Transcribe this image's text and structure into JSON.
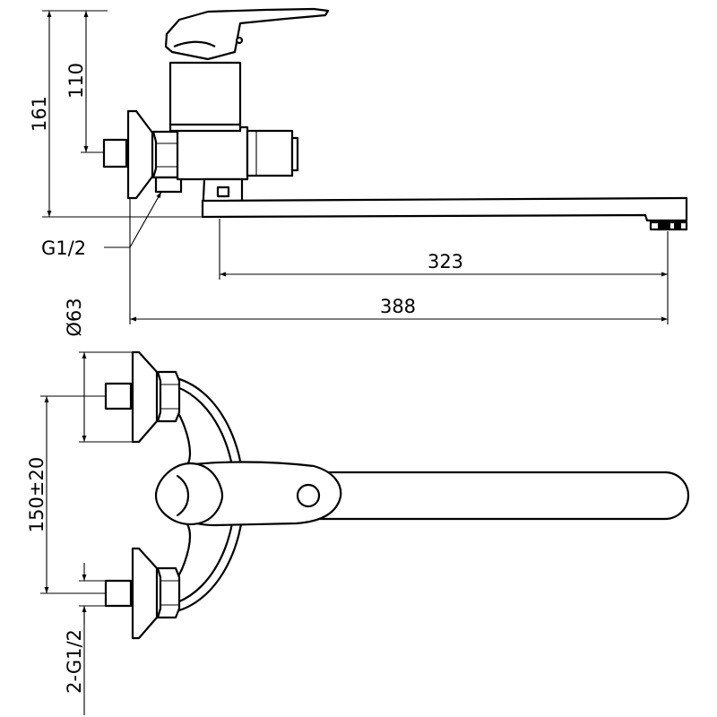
{
  "labels": {
    "height_total": "161",
    "height_inlet": "110",
    "thread_top": "G1/2",
    "spout_reach": "323",
    "overall_length": "388",
    "flange_diameter": "Ø63",
    "center_distance": "150±20",
    "thread_bottom": "2-G1/2"
  }
}
